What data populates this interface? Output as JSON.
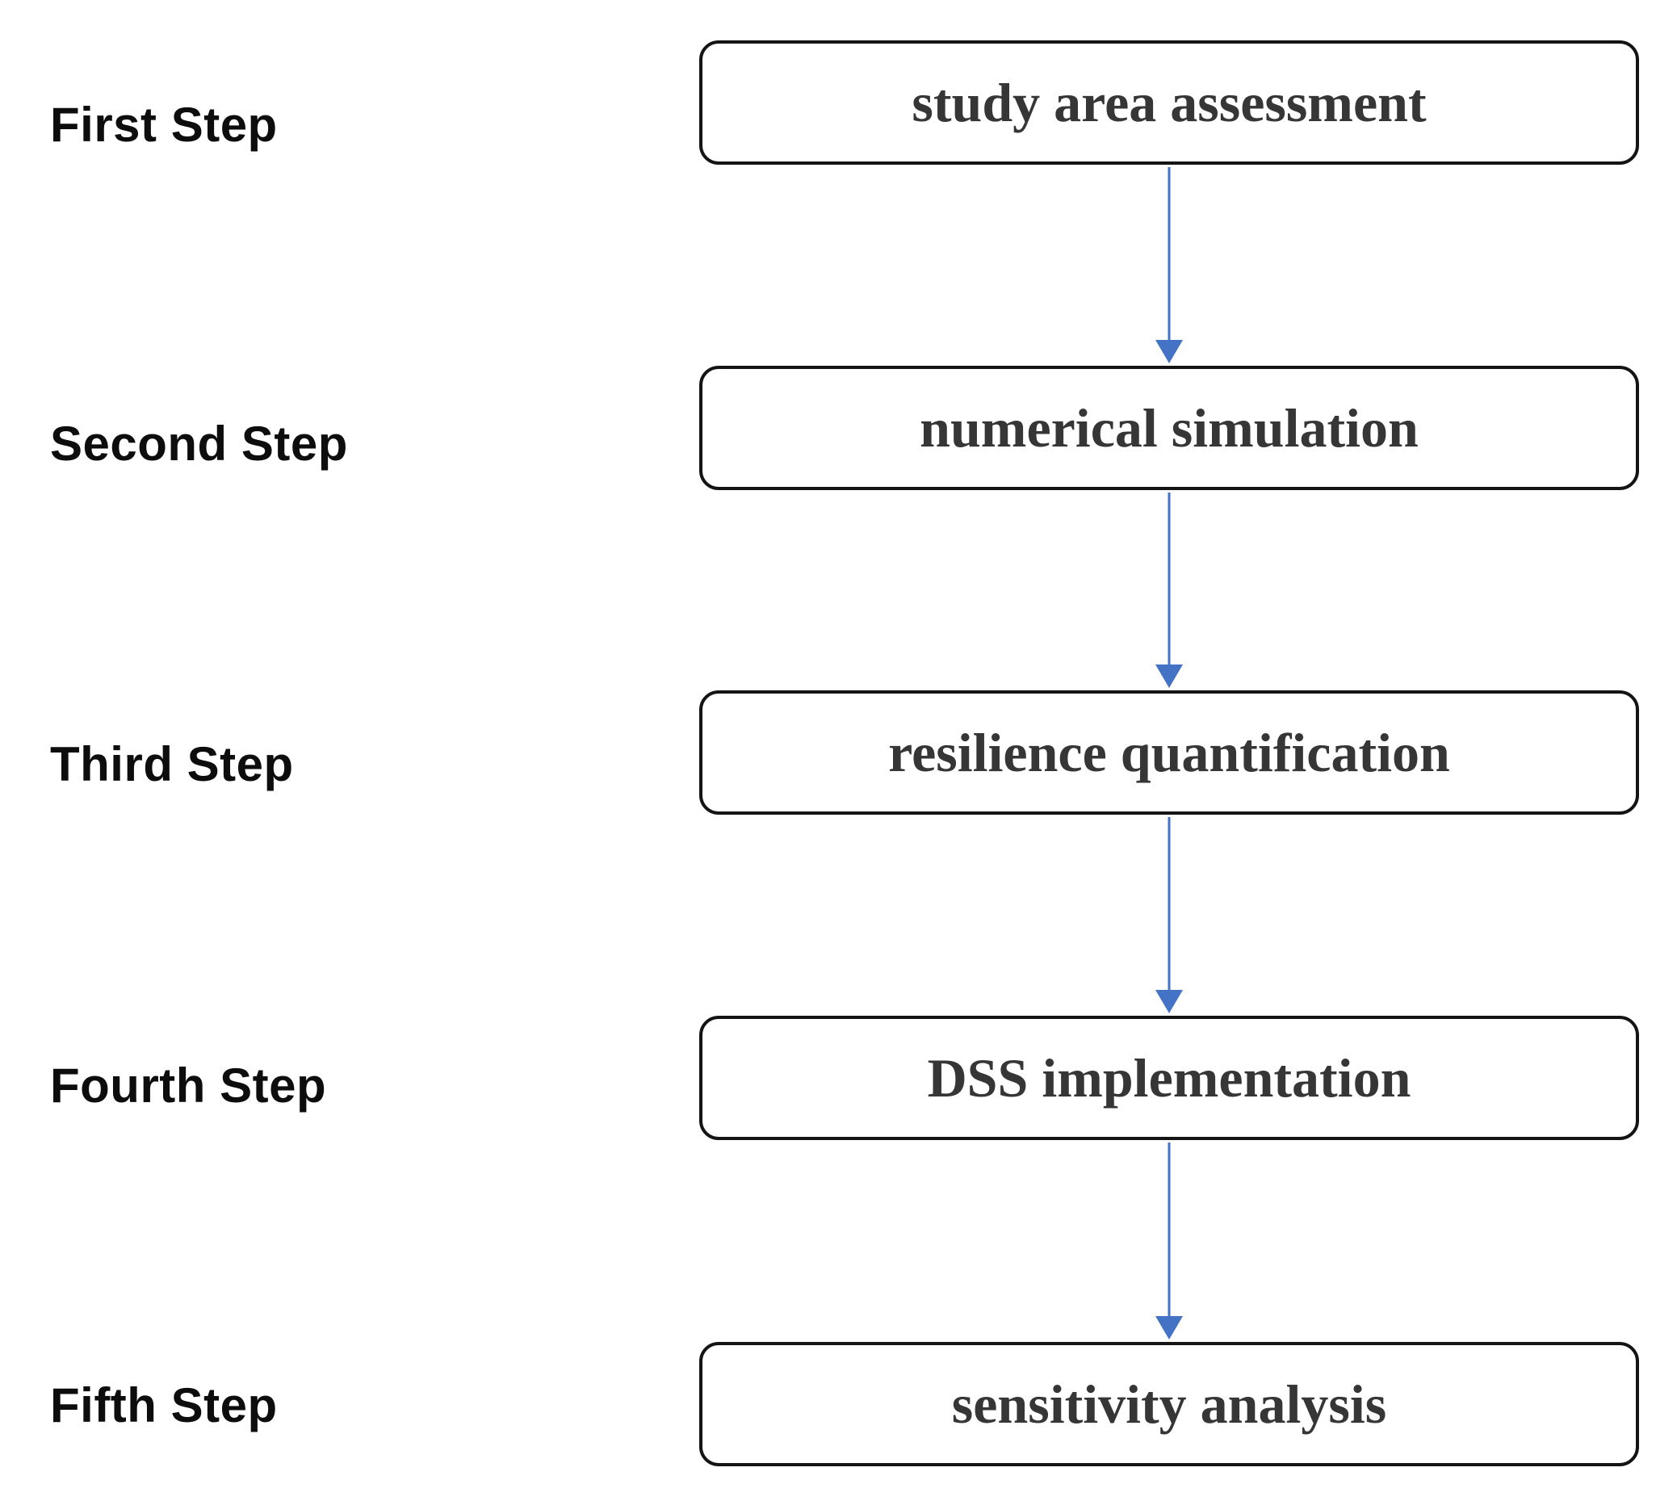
{
  "figure": {
    "type": "flowchart",
    "direction": "top-to-bottom",
    "step_count": 5
  },
  "colors": {
    "background": "#ffffff",
    "arrow": "#4472C4",
    "box_border": "#141414",
    "box_fill": "#ffffff",
    "box_text": "#363636",
    "label_text": "#0d0d0d"
  },
  "steps": [
    {
      "label": "First Step",
      "box": "study area assessment"
    },
    {
      "label": "Second Step",
      "box": "numerical simulation"
    },
    {
      "label": "Third Step",
      "box": "resilience quantification"
    },
    {
      "label": "Fourth Step",
      "box": "DSS implementation"
    },
    {
      "label": "Fifth Step",
      "box": "sensitivity analysis"
    }
  ]
}
